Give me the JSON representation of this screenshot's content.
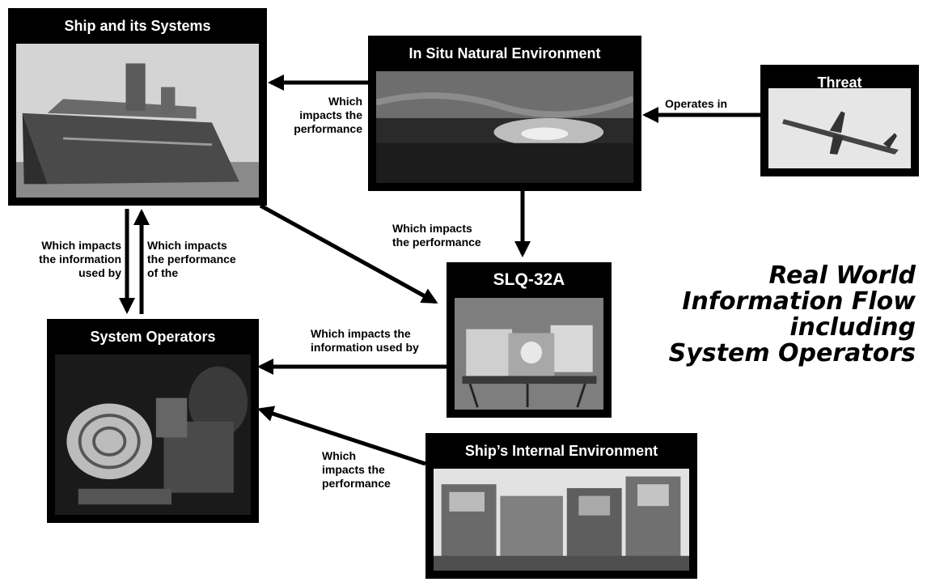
{
  "panels": {
    "ship": {
      "title": "Ship and its Systems",
      "image_subject": "amphibious ship at sea"
    },
    "environment": {
      "title": "In Situ Natural Environment",
      "image_subject": "sunset over ocean"
    },
    "threat": {
      "title": "Threat",
      "image_subject": "anti-ship missile in flight"
    },
    "slq": {
      "title": "SLQ-32A",
      "image_subject": "electronic warfare antenna equipment"
    },
    "operators": {
      "title": "System Operators",
      "image_subject": "operator at radar console"
    },
    "internal": {
      "title": "Ship’s Internal Environment",
      "image_subject": "combat information center consoles"
    }
  },
  "flows": {
    "threat_to_env": "Operates in",
    "env_to_ship": "Which\nimpacts the\nperformance",
    "env_to_slq": "Which impacts\nthe performance",
    "ship_to_operators": "Which impacts\nthe information\nused by",
    "operators_to_ship": "Which impacts\nthe performance\nof the",
    "slq_to_operators": "Which impacts the\ninformation used by",
    "internal_to_operators": "Which\nimpacts the\nperformance"
  },
  "diagram_title": "Real World\nInformation Flow\nincluding\nSystem Operators",
  "colors": {
    "panel_frame": "#000000",
    "panel_title_text": "#ffffff",
    "arrow": "#000000"
  }
}
